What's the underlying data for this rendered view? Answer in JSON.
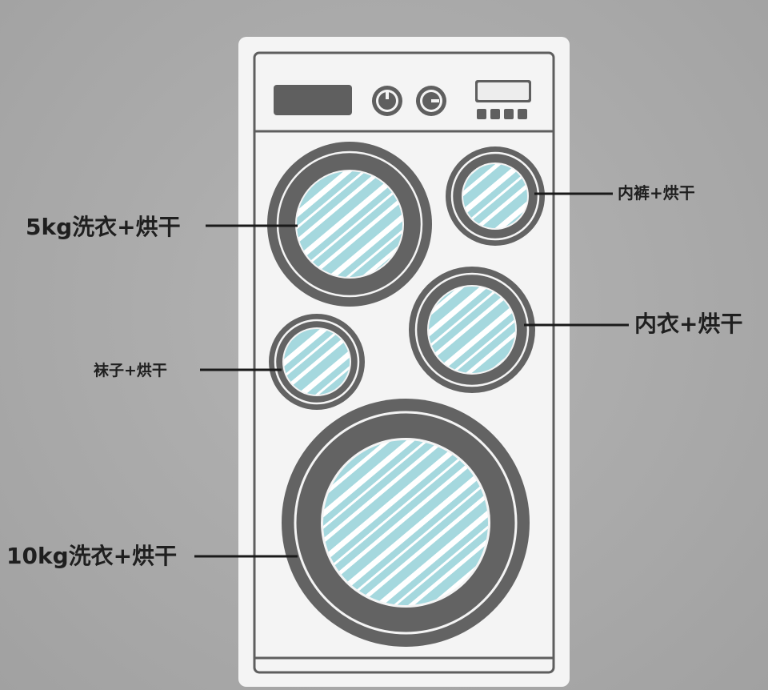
{
  "labels": {
    "drum_5kg": "5kg洗衣+烘干",
    "drum_underpants": "内裤+烘干",
    "drum_underwear": "内衣+烘干",
    "drum_socks": "袜子+烘干",
    "drum_10kg": "10kg洗衣+烘干"
  },
  "colors": {
    "background": "#ababab",
    "cabinet": "#f4f4f4",
    "ring": "#636363",
    "glass": "#a5d8de",
    "stripe": "#ffffff",
    "leader_line": "#1a1a1a"
  }
}
